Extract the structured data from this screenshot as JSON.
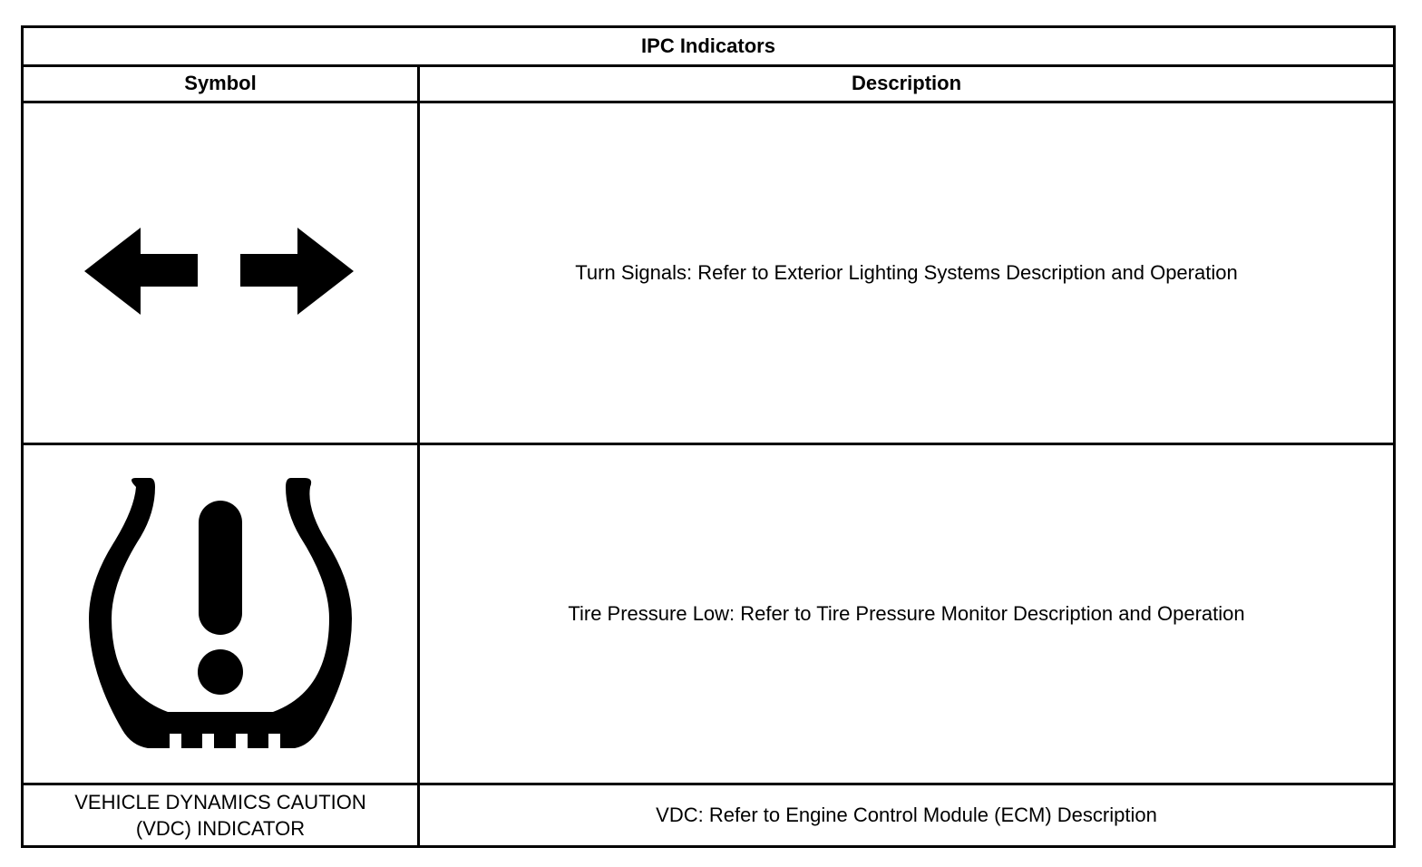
{
  "table": {
    "title": "IPC Indicators",
    "headers": {
      "symbol": "Symbol",
      "description": "Description"
    },
    "rows": [
      {
        "symbol_icon": "turn-signal-arrows-icon",
        "description": "Turn Signals: Refer to Exterior Lighting Systems Description and Operation"
      },
      {
        "symbol_icon": "tire-pressure-warning-icon",
        "description": "Tire Pressure Low: Refer to Tire Pressure Monitor Description and Operation"
      },
      {
        "symbol_text_line1": "VEHICLE DYNAMICS CAUTION",
        "symbol_text_line2": "(VDC) INDICATOR",
        "description": "VDC: Refer to Engine Control Module (ECM) Description"
      }
    ]
  },
  "colors": {
    "ink": "#000000",
    "paper": "#ffffff"
  }
}
